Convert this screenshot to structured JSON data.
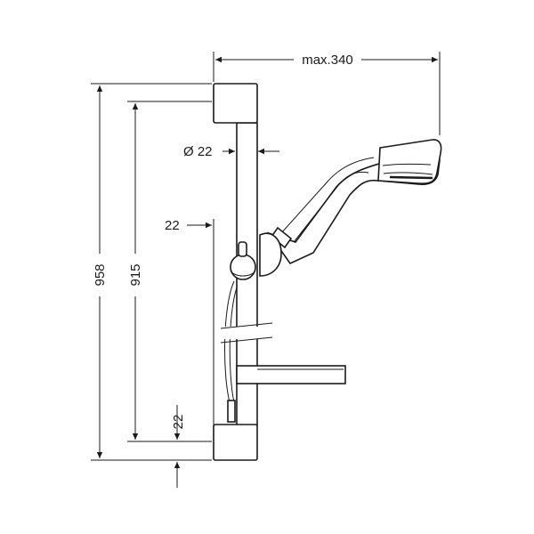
{
  "dimensions": {
    "overall_width": "max.340",
    "rail_diameter": "Ø 22",
    "wall_offset": "22",
    "total_height": "958",
    "rail_length": "915",
    "bottom_offset": "22"
  },
  "colors": {
    "line": "#1a1a1a",
    "background": "#ffffff"
  }
}
